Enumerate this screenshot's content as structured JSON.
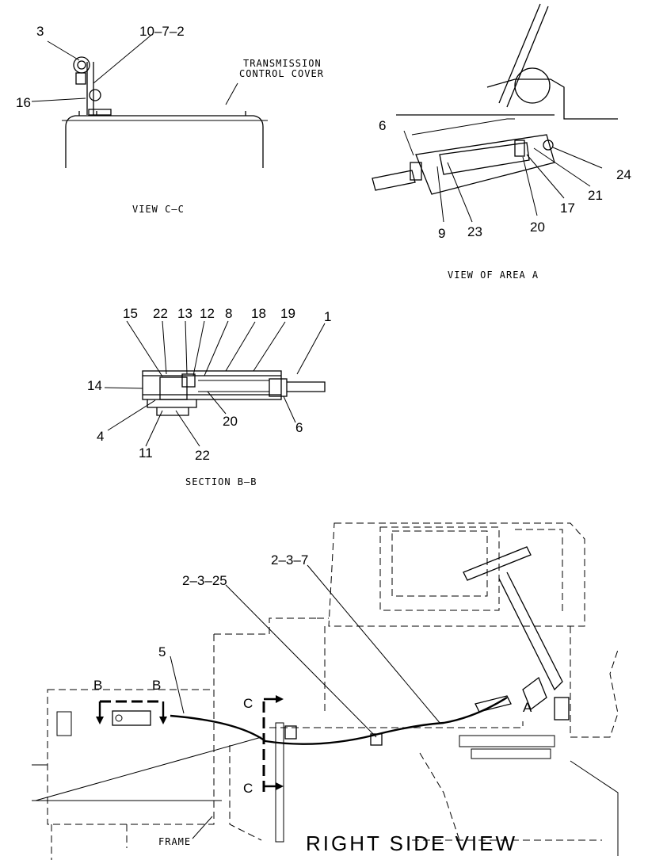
{
  "view_cc": {
    "callouts": [
      "3",
      "10–7–2",
      "16"
    ],
    "note_line1": "TRANSMISSION",
    "note_line2": "CONTROL COVER",
    "caption": "VIEW C–C"
  },
  "view_area_a": {
    "callouts": [
      "6",
      "24",
      "21",
      "17",
      "20",
      "9",
      "23"
    ],
    "caption": "VIEW OF AREA A"
  },
  "section_bb": {
    "callouts": [
      "15",
      "22",
      "13",
      "12",
      "8",
      "18",
      "19",
      "1",
      "14",
      "4",
      "11",
      "22",
      "20",
      "6"
    ],
    "caption": "SECTION B–B"
  },
  "right_side_view": {
    "callouts": [
      "2–3–25",
      "2–3–7",
      "5"
    ],
    "section_marks": [
      "B",
      "B",
      "C",
      "C"
    ],
    "area_mark": "A",
    "frame_label": "FRAME",
    "caption": "RIGHT SIDE VIEW"
  }
}
